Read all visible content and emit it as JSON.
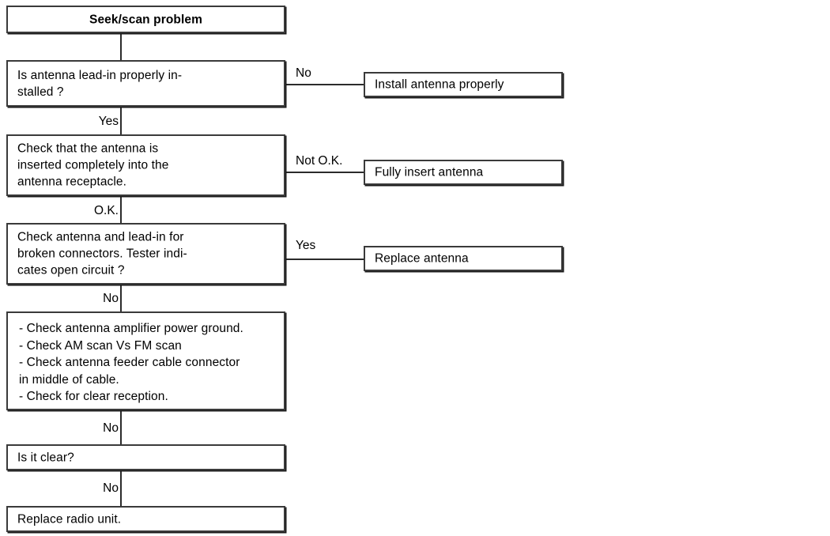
{
  "diagram": {
    "title": "Seek/scan problem",
    "type": "troubleshooting-flowchart",
    "nodes": [
      {
        "id": "start",
        "label": "Seek/scan problem"
      },
      {
        "id": "lead_in",
        "label": "Is antenna lead-in properly in-\nstalled ?"
      },
      {
        "id": "install",
        "label": "Install antenna properly"
      },
      {
        "id": "inserted",
        "label": "Check that the antenna is\ninserted completely into the\nantenna receptacle."
      },
      {
        "id": "fully_insert",
        "label": "Fully insert antenna"
      },
      {
        "id": "broken",
        "label": "Check antenna and lead-in for\nbroken connectors. Tester indi-\ncates open circuit ?"
      },
      {
        "id": "replace_ant",
        "label": "Replace antenna"
      },
      {
        "id": "checklist",
        "label": "- Check antenna amplifier power ground.\n- Check AM scan Vs FM scan\n- Check antenna feeder cable connector\n   in middle of cable.\n- Check for clear reception."
      },
      {
        "id": "is_clear",
        "label": "Is it clear?"
      },
      {
        "id": "replace_radio",
        "label": "Replace radio unit."
      }
    ],
    "edge_labels": {
      "lead_in_no": "No",
      "lead_in_yes": "Yes",
      "inserted_not_ok": "Not O.K.",
      "inserted_ok": "O.K.",
      "broken_yes": "Yes",
      "broken_no": "No",
      "checklist_no": "No",
      "is_clear_no": "No"
    },
    "colors": {
      "box_border": "#3a3a3a",
      "connector": "#2b2b2b",
      "background": "#ffffff",
      "text": "#000000"
    }
  }
}
